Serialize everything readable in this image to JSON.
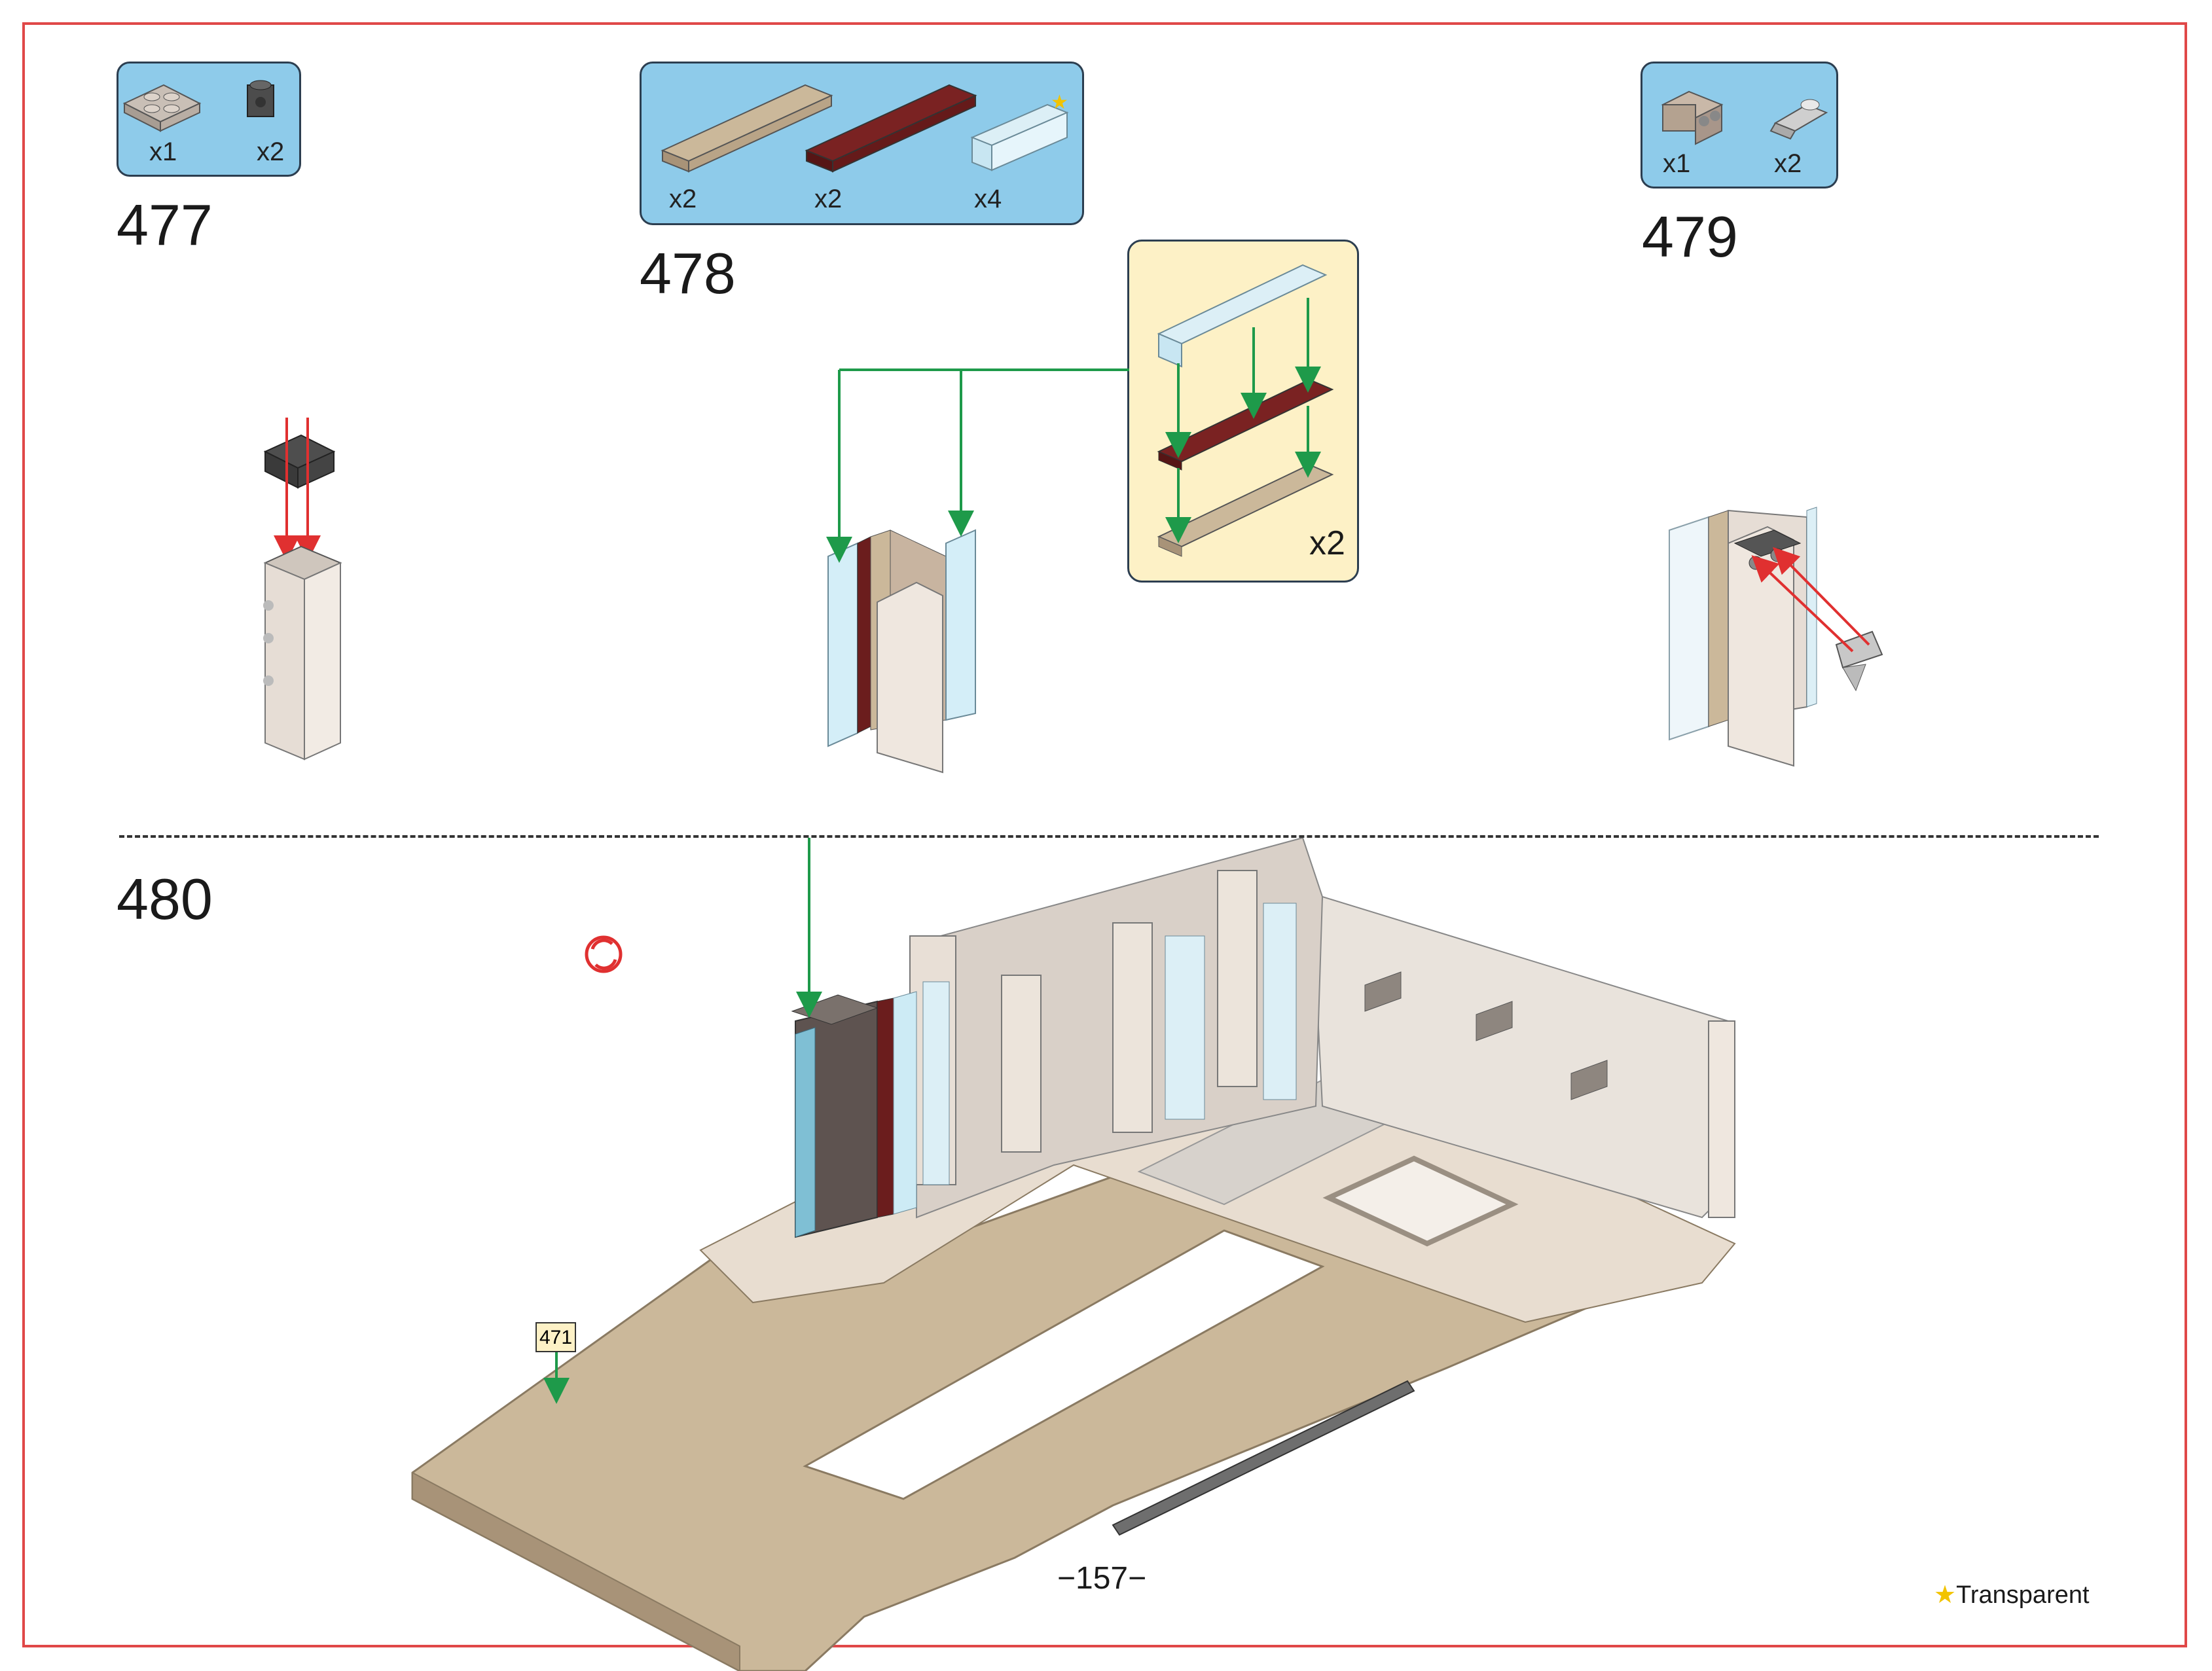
{
  "steps": [
    {
      "number": "477",
      "parts": [
        {
          "qty": "x1"
        },
        {
          "qty": "x2"
        }
      ]
    },
    {
      "number": "478",
      "parts": [
        {
          "qty": "x2"
        },
        {
          "qty": "x2"
        },
        {
          "qty": "x4"
        }
      ]
    },
    {
      "number": "479",
      "parts": [
        {
          "qty": "x1"
        },
        {
          "qty": "x2"
        }
      ]
    },
    {
      "number": "480"
    }
  ],
  "subassembly_qty": "x2",
  "reference_step": "471",
  "page_number": "−157−",
  "legend": {
    "star": "★",
    "label": "Transparent"
  },
  "colors": {
    "frame": "#e04848",
    "callout": "#8ecbea",
    "subassembly": "#fdf1c6",
    "arrow_green": "#1e9a4a",
    "arrow_red": "#e03030",
    "tan": "#cbb89a",
    "dark_red": "#6b1d1d"
  }
}
